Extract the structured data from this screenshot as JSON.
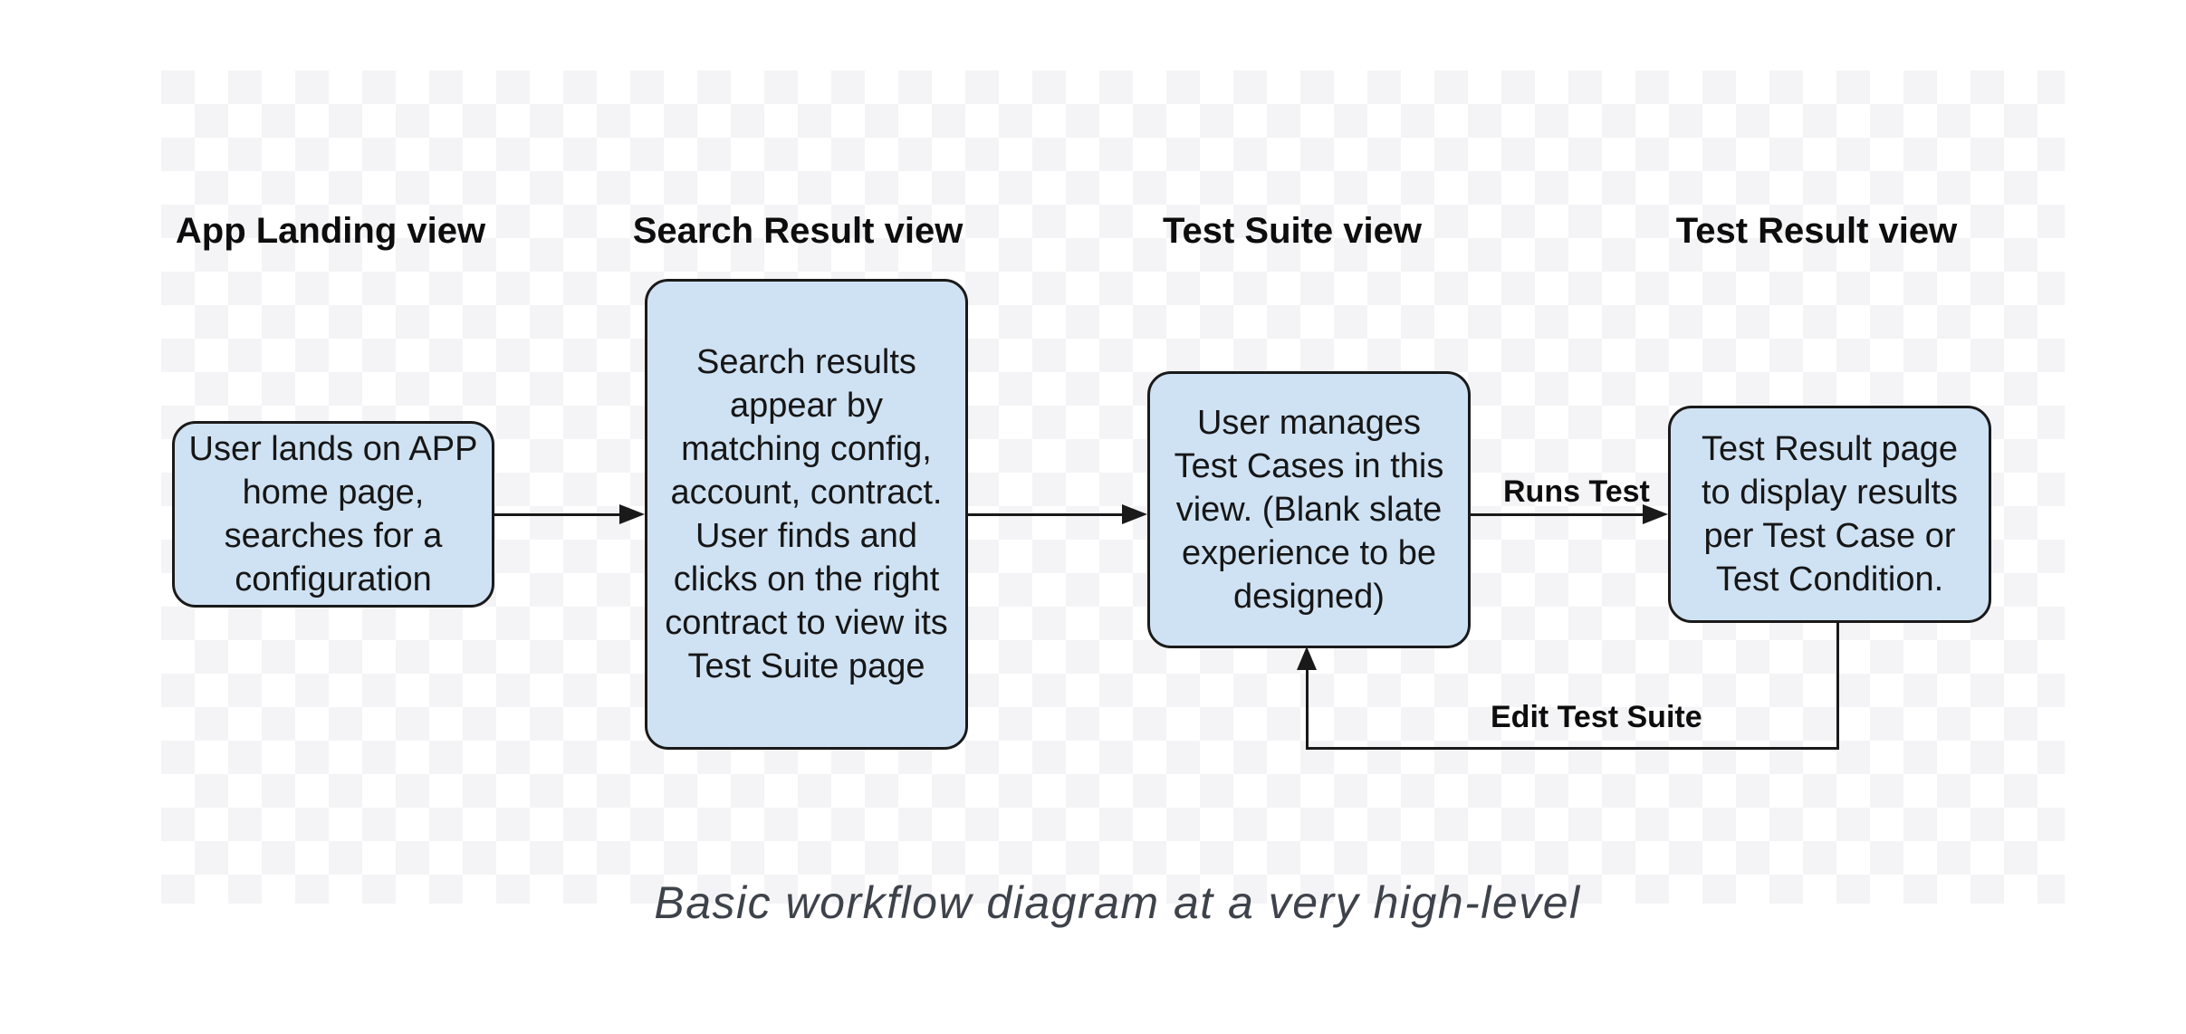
{
  "page": {
    "caption": "Basic workflow diagram at a very high-level"
  },
  "diagram": {
    "columns": [
      {
        "header": "App Landing view",
        "box_text": "User lands on APP home page, searches for a configuration"
      },
      {
        "header": "Search Result view",
        "box_text": "Search results appear by matching config, account, contract. User finds and clicks on the right contract to view its Test Suite page"
      },
      {
        "header": "Test Suite view",
        "box_text": "User manages Test Cases in this view. (Blank slate experience to be designed)"
      },
      {
        "header": "Test Result view",
        "box_text": "Test Result page to display results per Test Case or Test Condition."
      }
    ],
    "edge_labels": {
      "runs_test": "Runs Test",
      "edit_test_suite": "Edit Test Suite"
    },
    "colors": {
      "box_fill": "#cfe2f3",
      "box_border": "#1a1a1a",
      "arrow": "#1a1a1a",
      "checker_gray": "#f4f4f6",
      "caption_text": "#3e434b"
    }
  }
}
